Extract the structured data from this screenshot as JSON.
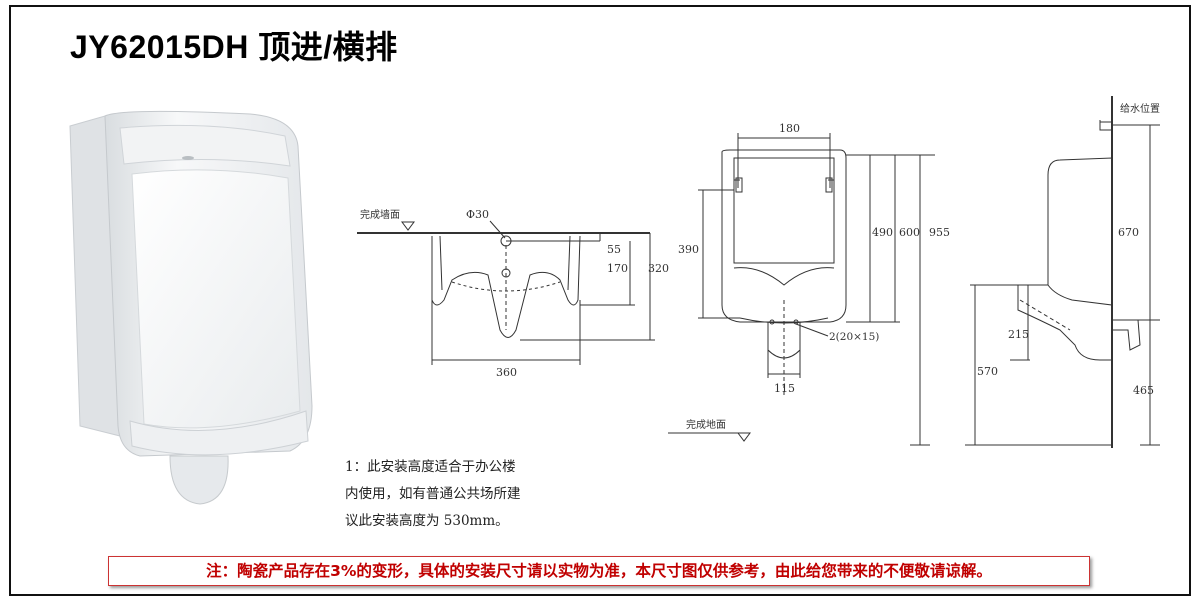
{
  "title": "JY62015DH 顶进/横排",
  "dimensions": {
    "front_section": {
      "floor_label": "完成墙面",
      "pipe_diameter": "Φ30",
      "d55": "55",
      "d170": "170",
      "d320": "320",
      "d360": "360"
    },
    "front_view": {
      "d180": "180",
      "d390": "390",
      "d490": "490",
      "d600": "600",
      "d955": "955",
      "d115": "115",
      "holes": "2(20×15)",
      "floor_label": "完成地面"
    },
    "side_view": {
      "supply_label": "给水位置",
      "d670": "670",
      "d215": "215",
      "d570": "570",
      "d465": "465"
    }
  },
  "note_lines": [
    "1：此安装高度适合于办公楼",
    "内使用，如有普通公共场所建",
    "议此安装高度为 530mm。"
  ],
  "disclaimer": "注：陶瓷产品存在3%的变形，具体的安装尺寸请以实物为准，本尺寸图仅供参考，由此给您带来的不便敬请谅解。"
}
